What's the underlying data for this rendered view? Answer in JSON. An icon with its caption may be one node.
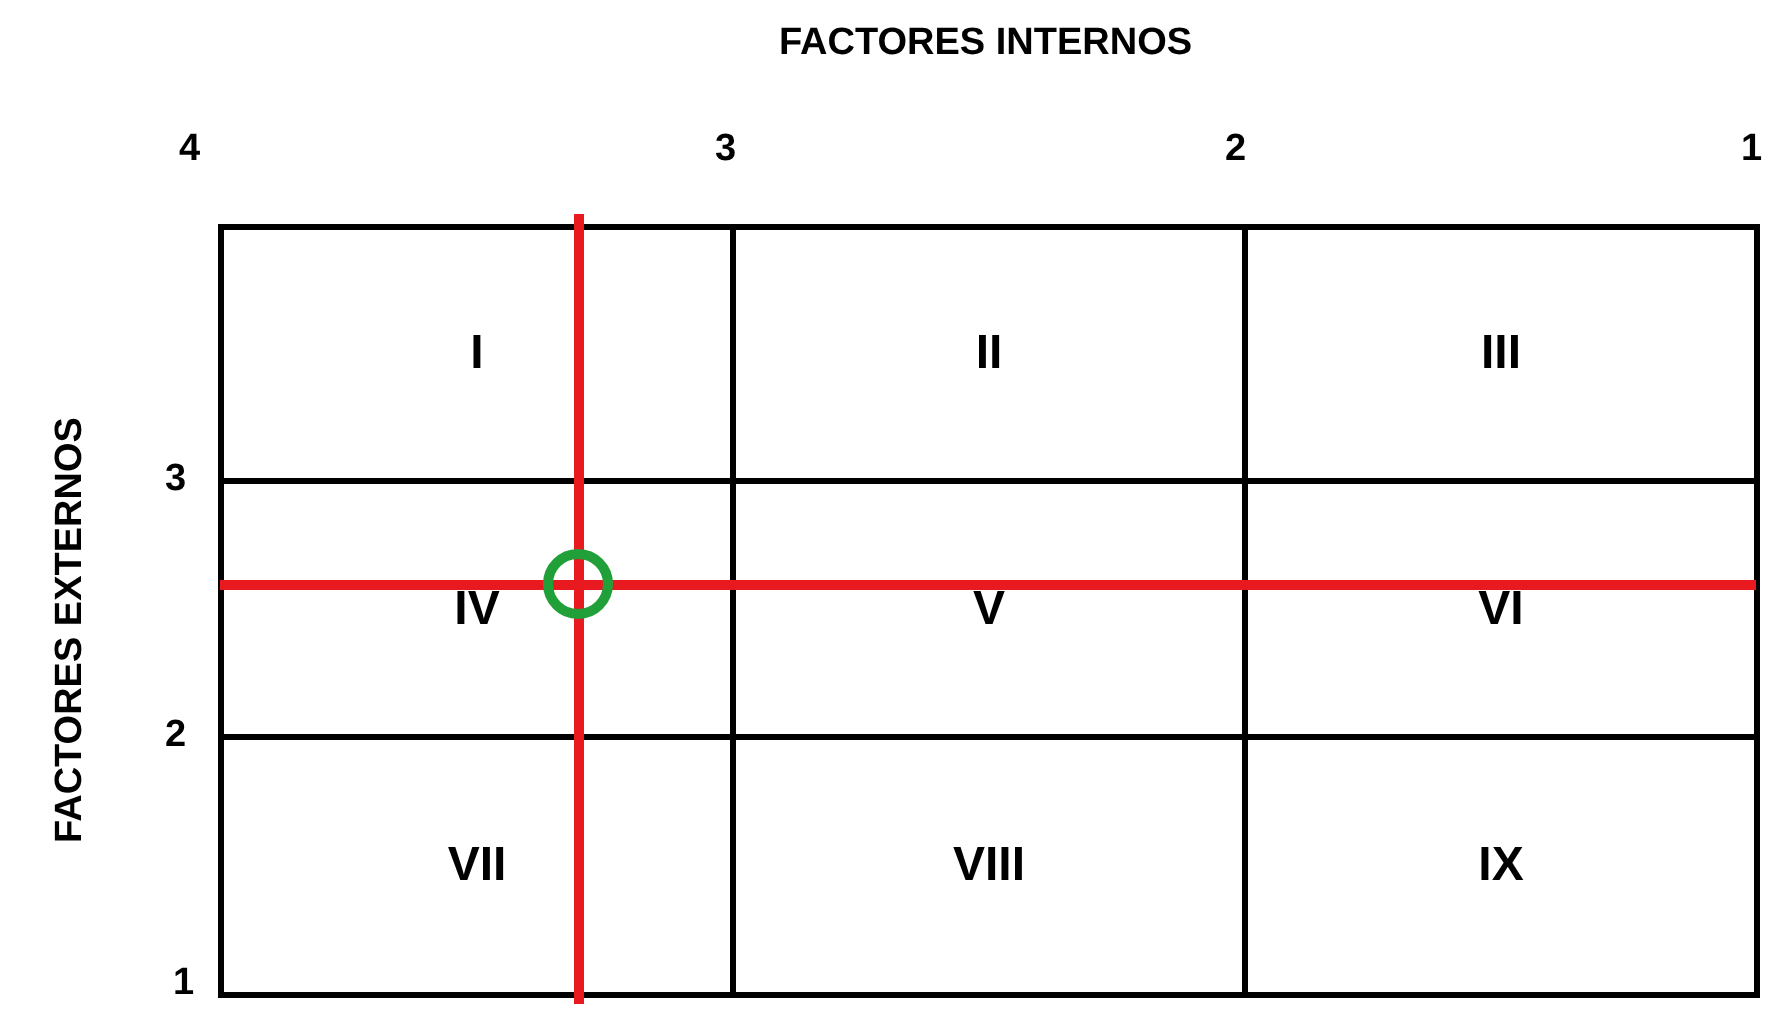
{
  "diagram": {
    "nodes": [
      {
        "text": [
          "I"
        ]
      },
      {
        "text": [
          "II"
        ]
      },
      {
        "text": [
          "III"
        ]
      },
      {
        "text": [
          "IV"
        ]
      },
      {
        "text": [
          "V"
        ]
      },
      {
        "text": [
          "VI"
        ]
      },
      {
        "text": [
          "VII"
        ]
      },
      {
        "text": [
          "VIII"
        ]
      },
      {
        "text": [
          "IX"
        ]
      }
    ],
    "edges": [],
    "labels": [
      "FACTORES INTERNOS",
      "4",
      "3",
      "2",
      "1",
      "FACTORES EXTERNOS",
      "3",
      "2",
      "1"
    ]
  }
}
